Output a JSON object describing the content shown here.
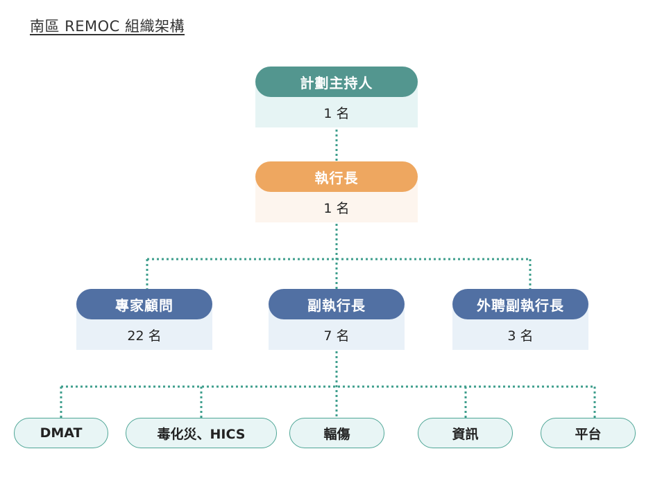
{
  "title": "南區 REMOC 組織架構",
  "colors": {
    "connector": "#3e9e8c",
    "pi_head": "#53968f",
    "ceo_head": "#eea760",
    "deputy_head": "#5170a3",
    "leaf_border": "#4da595"
  },
  "top": [
    {
      "role": "計劃主持人",
      "count": "1 名"
    },
    {
      "role": "執行長",
      "count": "1 名"
    }
  ],
  "middle": [
    {
      "role": "專家顧問",
      "count": "22 名"
    },
    {
      "role": "副執行長",
      "count": "7 名"
    },
    {
      "role": "外聘副執行長",
      "count": "3 名"
    }
  ],
  "teams": [
    "DMAT",
    "毒化災、HICS",
    "輻傷",
    "資訊",
    "平台"
  ]
}
